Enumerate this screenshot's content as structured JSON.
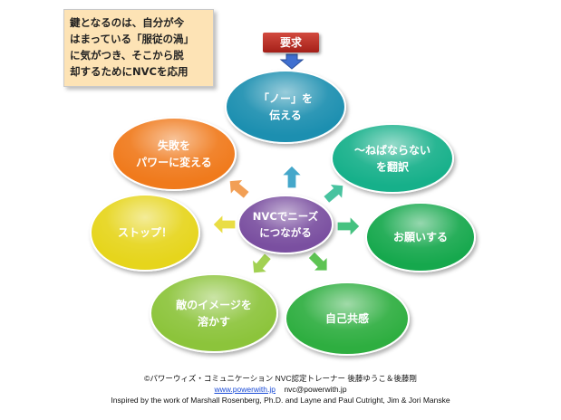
{
  "note": {
    "lines": [
      "鍵となるのは、自分が今",
      "はまっている「服従の渦」",
      "に気がつき、そこから脱",
      "却するためにNVCを応用"
    ]
  },
  "demand_label": "要求",
  "center": {
    "lines": [
      "NVCでニーズ",
      "につながる"
    ],
    "color": "#7a4fa0"
  },
  "nodes": [
    {
      "lines": [
        "「ノー」を",
        "伝える"
      ],
      "color": "#1a8fb0"
    },
    {
      "lines": [
        "～ねばならない",
        "を翻訳"
      ],
      "color": "#19b08a"
    },
    {
      "lines": [
        "お願いする"
      ],
      "color": "#12a84e"
    },
    {
      "lines": [
        "自己共感"
      ],
      "color": "#2fae3f"
    },
    {
      "lines": [
        "敵のイメージを",
        "溶かす"
      ],
      "color": "#8cc43a"
    },
    {
      "lines": [
        "ストップ！"
      ],
      "color": "#e6d51c"
    },
    {
      "lines": [
        "失敗を",
        "パワーに変える"
      ],
      "color": "#f07a1e"
    }
  ],
  "footer": {
    "credit": "©パワーウィズ・コミュニケーション NVC認定トレーナー 後藤ゆうこ＆後藤剛",
    "website": "www.powerwith.jp",
    "email": "nvc@powerwith.jp",
    "inspired": "Inspired by the work of Marshall Rosenberg, Ph.D. and Layne and Paul Cutright, Jim & Jori Manske"
  }
}
